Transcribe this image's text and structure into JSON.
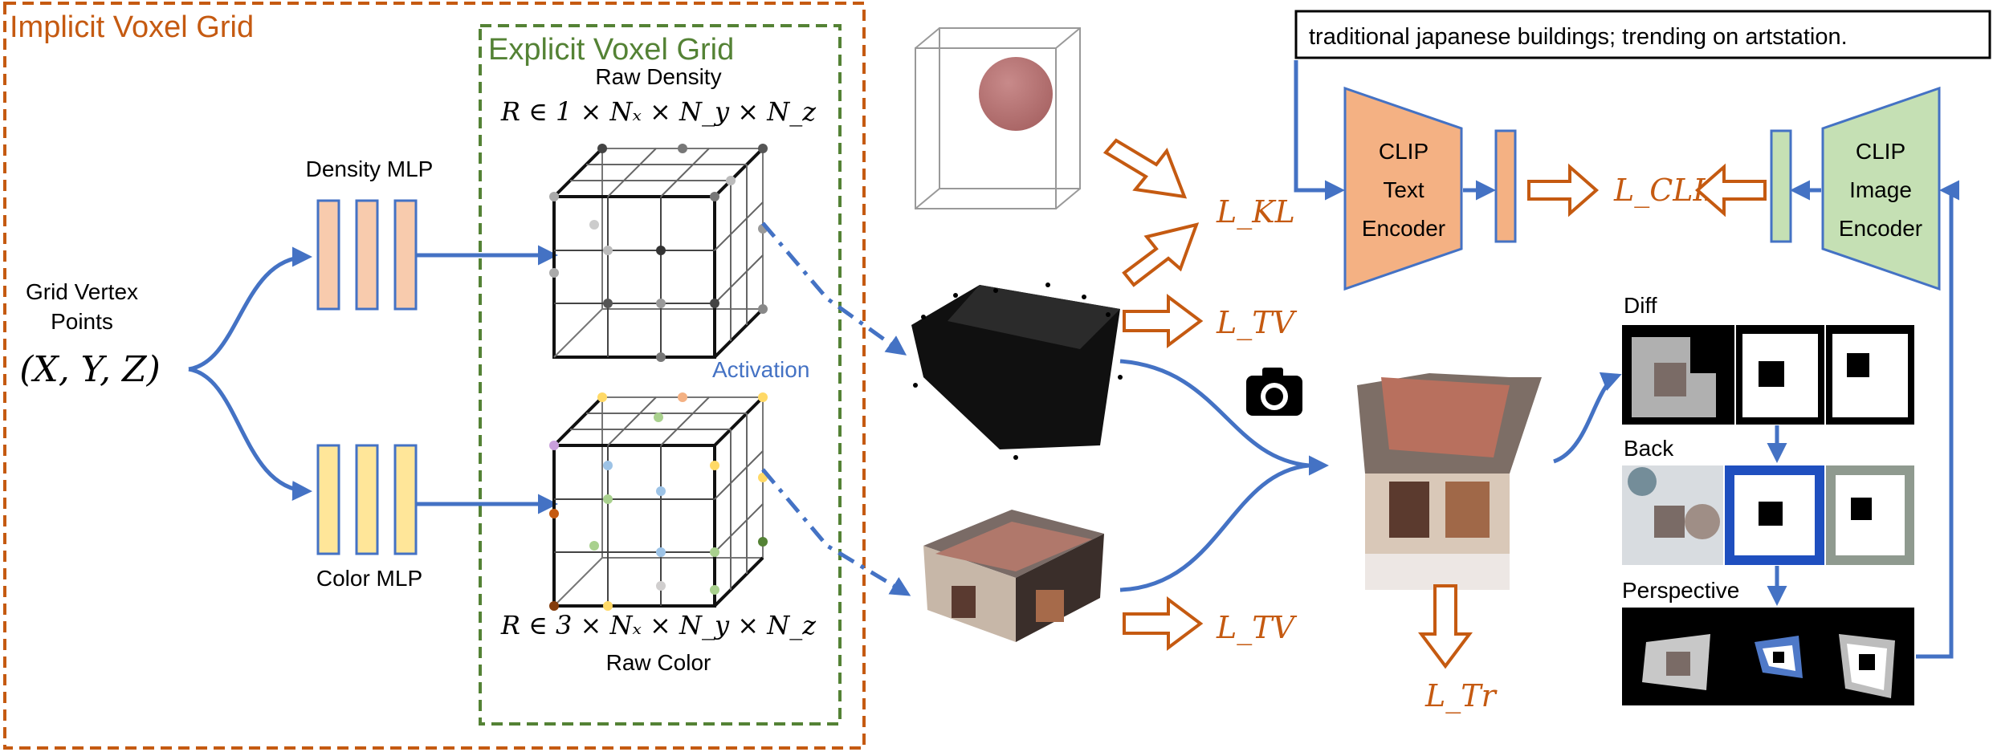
{
  "implicit_title": "Implicit Voxel Grid",
  "explicit_title": "Explicit Voxel Grid",
  "input": {
    "label_line1": "Grid Vertex",
    "label_line2": "Points",
    "coords": "(X, Y, Z)"
  },
  "mlps": {
    "density_label": "Density MLP",
    "color_label": "Color MLP"
  },
  "grids": {
    "density_name": "Raw Density",
    "density_dims": "R ∈ 1 × Nₓ × N_y × N_z",
    "color_name": "Raw Color",
    "color_dims": "R ∈ 3 × Nₓ × N_y × N_z"
  },
  "activation_label": "Activation",
  "losses": {
    "kl": "L_KL",
    "tv_density": "L_TV",
    "tv_color": "L_TV",
    "tr": "L_Tr",
    "clip": "L_CLIP"
  },
  "prompt_text": "traditional japanese buildings; trending on artstation.",
  "text_encoder": {
    "line1": "CLIP",
    "line2": "Text",
    "line3": "Encoder"
  },
  "image_encoder": {
    "line1": "CLIP",
    "line2": "Image",
    "line3": "Encoder"
  },
  "augment_labels": {
    "diff": "Diff",
    "back": "Back",
    "perspective": "Perspective"
  },
  "colors": {
    "accent_orange": "#c55a11",
    "grid_green": "#548235",
    "arrow_blue": "#4472c4",
    "density_mlp_fill": "#f8cbad",
    "color_mlp_fill": "#ffe699",
    "text_encoder_fill": "#f4b183",
    "image_encoder_fill": "#c5e0b4"
  },
  "icons": [
    "camera-icon"
  ]
}
